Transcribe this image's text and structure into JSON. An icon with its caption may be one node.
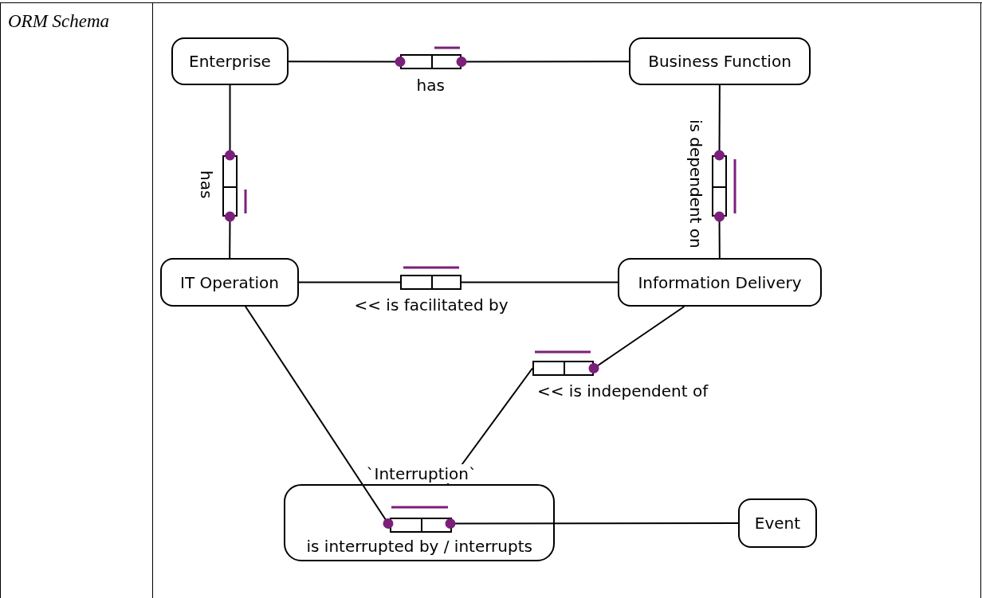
{
  "diagram": {
    "nodes": [
      {
        "text": [
          "Enterprise"
        ]
      },
      {
        "text": [],
        "shape": "box",
        "beside": [
          "has"
        ]
      },
      {
        "text": [
          "Business Function"
        ]
      },
      {
        "text": [],
        "shape": "box",
        "beside": [
          "has"
        ]
      },
      {
        "text": [],
        "shape": "box",
        "beside": [
          "is dependent on"
        ]
      },
      {
        "text": [
          "IT Operation"
        ]
      },
      {
        "text": [],
        "shape": "box",
        "beside": [
          "<< is facilitated by"
        ]
      },
      {
        "text": [
          "Information Delivery"
        ]
      },
      {
        "text": [],
        "shape": "box",
        "beside": [
          "<< is independent of"
        ]
      },
      {
        "text": [
          "`Interruption`"
        ]
      },
      {
        "text": [],
        "shape": "box",
        "in": 9,
        "beside": [
          "is interrupted by / interrupts"
        ]
      },
      {
        "text": [
          "Event"
        ]
      }
    ],
    "edges": [
      {
        "from": 0,
        "to": 1,
        "arrow": "other"
      },
      {
        "from": 1,
        "to": 2,
        "arrow": "other"
      },
      {
        "from": 0,
        "to": 3,
        "arrow": "other"
      },
      {
        "from": 3,
        "to": 5,
        "arrow": "other"
      },
      {
        "from": 2,
        "to": 4,
        "arrow": "other"
      },
      {
        "from": 4,
        "to": 7,
        "arrow": "other"
      },
      {
        "from": 5,
        "to": 6,
        "arrow": "none"
      },
      {
        "from": 6,
        "to": 7,
        "arrow": "none"
      },
      {
        "from": 7,
        "to": 8,
        "arrow": "other"
      },
      {
        "from": 8,
        "to": 9,
        "arrow": "none"
      },
      {
        "from": 5,
        "to": 10,
        "arrow": "other"
      },
      {
        "from": 10,
        "to": 11,
        "arrow": "other"
      }
    ],
    "labels": [
      "ORM Schema"
    ]
  }
}
